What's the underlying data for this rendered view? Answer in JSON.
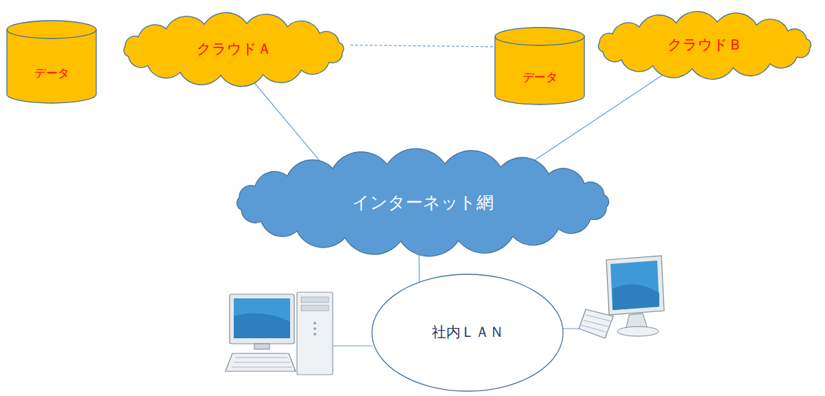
{
  "diagram": {
    "nodes": [
      {
        "text": [
          "データ"
        ]
      },
      {
        "text": [
          "クラウドＡ"
        ]
      },
      {
        "text": [
          "データ"
        ]
      },
      {
        "text": [
          "クラウドＢ"
        ]
      },
      {
        "text": [
          "インターネット網"
        ]
      },
      {
        "text": [
          "社内ＬＡＮ"
        ]
      }
    ],
    "edges": [
      {
        "from": 1,
        "to": 2,
        "arrow": "none"
      },
      {
        "from": 1,
        "to": 4,
        "arrow": "none"
      },
      {
        "from": 3,
        "to": 4,
        "arrow": "none"
      },
      {
        "from": 4,
        "to": 5,
        "arrow": "none"
      }
    ]
  }
}
